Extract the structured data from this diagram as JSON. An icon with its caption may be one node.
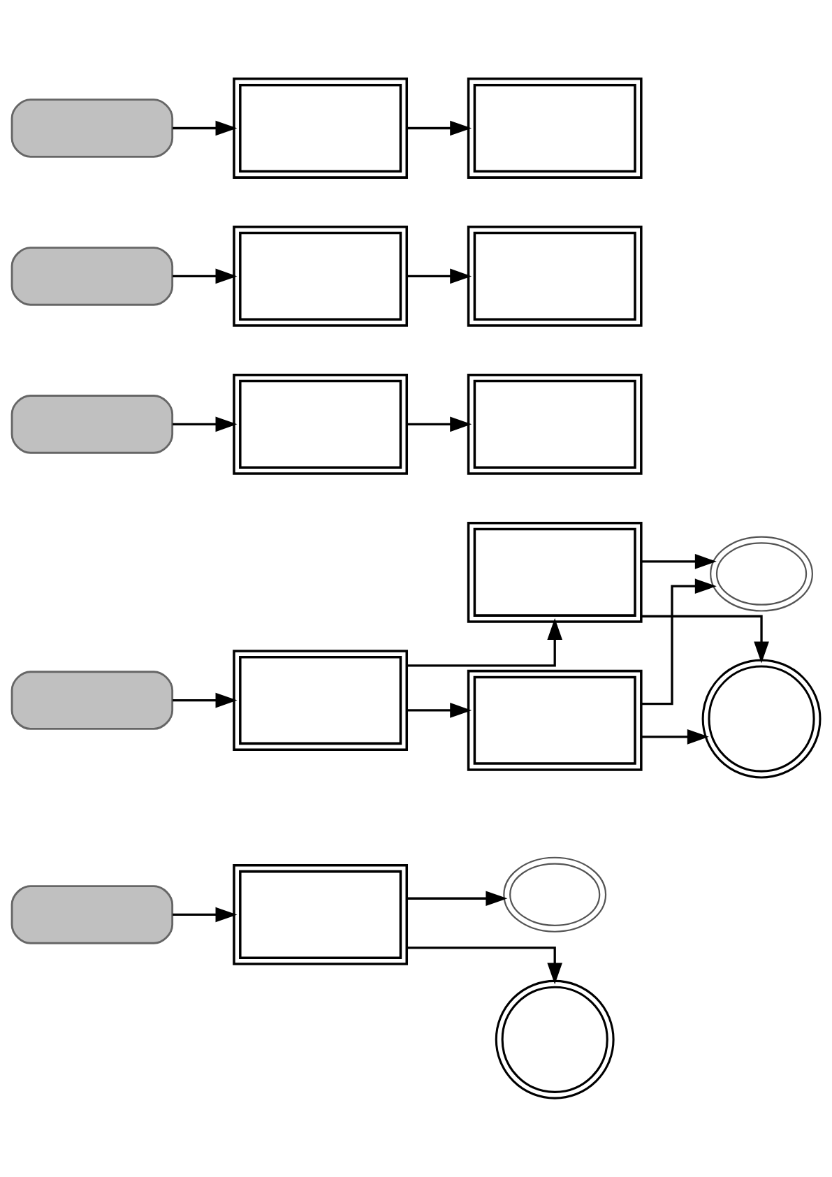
{
  "diagram": {
    "nodes": [
      {
        "text": [],
        "shape": "box"
      },
      {
        "text": [],
        "shape": "box"
      },
      {
        "text": [],
        "shape": "box"
      },
      {
        "text": [],
        "shape": "box"
      },
      {
        "text": [],
        "shape": "box"
      },
      {
        "text": [],
        "shape": "box"
      },
      {
        "text": [],
        "shape": "box"
      },
      {
        "text": [],
        "shape": "box"
      },
      {
        "text": [],
        "shape": "box"
      },
      {
        "text": [],
        "shape": "box"
      },
      {
        "text": [],
        "shape": "box"
      },
      {
        "text": [],
        "shape": "box"
      },
      {
        "text": [],
        "shape": "picture"
      },
      {
        "text": [],
        "shape": "box"
      },
      {
        "text": [],
        "shape": "circle"
      },
      {
        "text": [],
        "shape": "box"
      },
      {
        "text": [],
        "shape": "box"
      },
      {
        "text": [],
        "shape": "picture"
      },
      {
        "text": [],
        "shape": "circle"
      }
    ],
    "edges": [
      {
        "from": 0,
        "to": 1,
        "arrow": "to"
      },
      {
        "from": 1,
        "to": 2,
        "arrow": "to"
      },
      {
        "from": 3,
        "to": 4,
        "arrow": "to"
      },
      {
        "from": 4,
        "to": 5,
        "arrow": "to"
      },
      {
        "from": 6,
        "to": 7,
        "arrow": "to"
      },
      {
        "from": 7,
        "to": 8,
        "arrow": "to"
      },
      {
        "from": 9,
        "to": 10,
        "arrow": "to"
      },
      {
        "from": 10,
        "to": 11,
        "arrow": "to"
      },
      {
        "from": 10,
        "to": 13,
        "arrow": "to"
      },
      {
        "from": 11,
        "to": 12,
        "arrow": "to"
      },
      {
        "from": 11,
        "to": 14,
        "arrow": "to"
      },
      {
        "from": 13,
        "to": 12,
        "arrow": "to"
      },
      {
        "from": 13,
        "to": 14,
        "arrow": "to"
      },
      {
        "from": 15,
        "to": 16,
        "arrow": "to"
      },
      {
        "from": 16,
        "to": 17,
        "arrow": "to"
      },
      {
        "from": 16,
        "to": 18,
        "arrow": "to"
      }
    ]
  }
}
